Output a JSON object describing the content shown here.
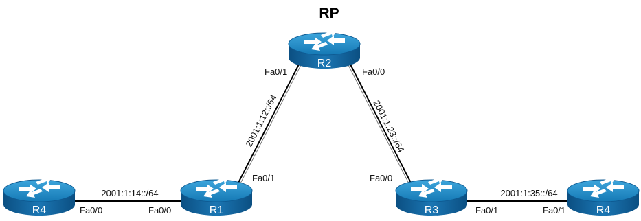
{
  "title": "RP",
  "routers": {
    "r4_left": "R4",
    "r1": "R1",
    "r2": "R2",
    "r3": "R3",
    "r4_right": "R4"
  },
  "links": {
    "r4_r1": {
      "subnet": "2001:1:14::/64",
      "left_iface": "Fa0/0",
      "right_iface": "Fa0/0"
    },
    "r1_r2": {
      "subnet": "2001:1:12::/64",
      "r1_iface": "Fa0/1",
      "r2_iface": "Fa0/1"
    },
    "r2_r3": {
      "subnet": "2001:1:23::/64",
      "r2_iface": "Fa0/0",
      "r3_iface": "Fa0/0"
    },
    "r3_r4": {
      "subnet": "2001:1:35::/64",
      "r3_iface": "Fa0/1",
      "r4_iface": "Fa0/1"
    }
  },
  "colors": {
    "router_top": "#1e8cc8",
    "router_side": "#0f5f98",
    "arrow": "#ffffff",
    "link": "#000000"
  },
  "icons": {
    "router": "router-icon"
  }
}
